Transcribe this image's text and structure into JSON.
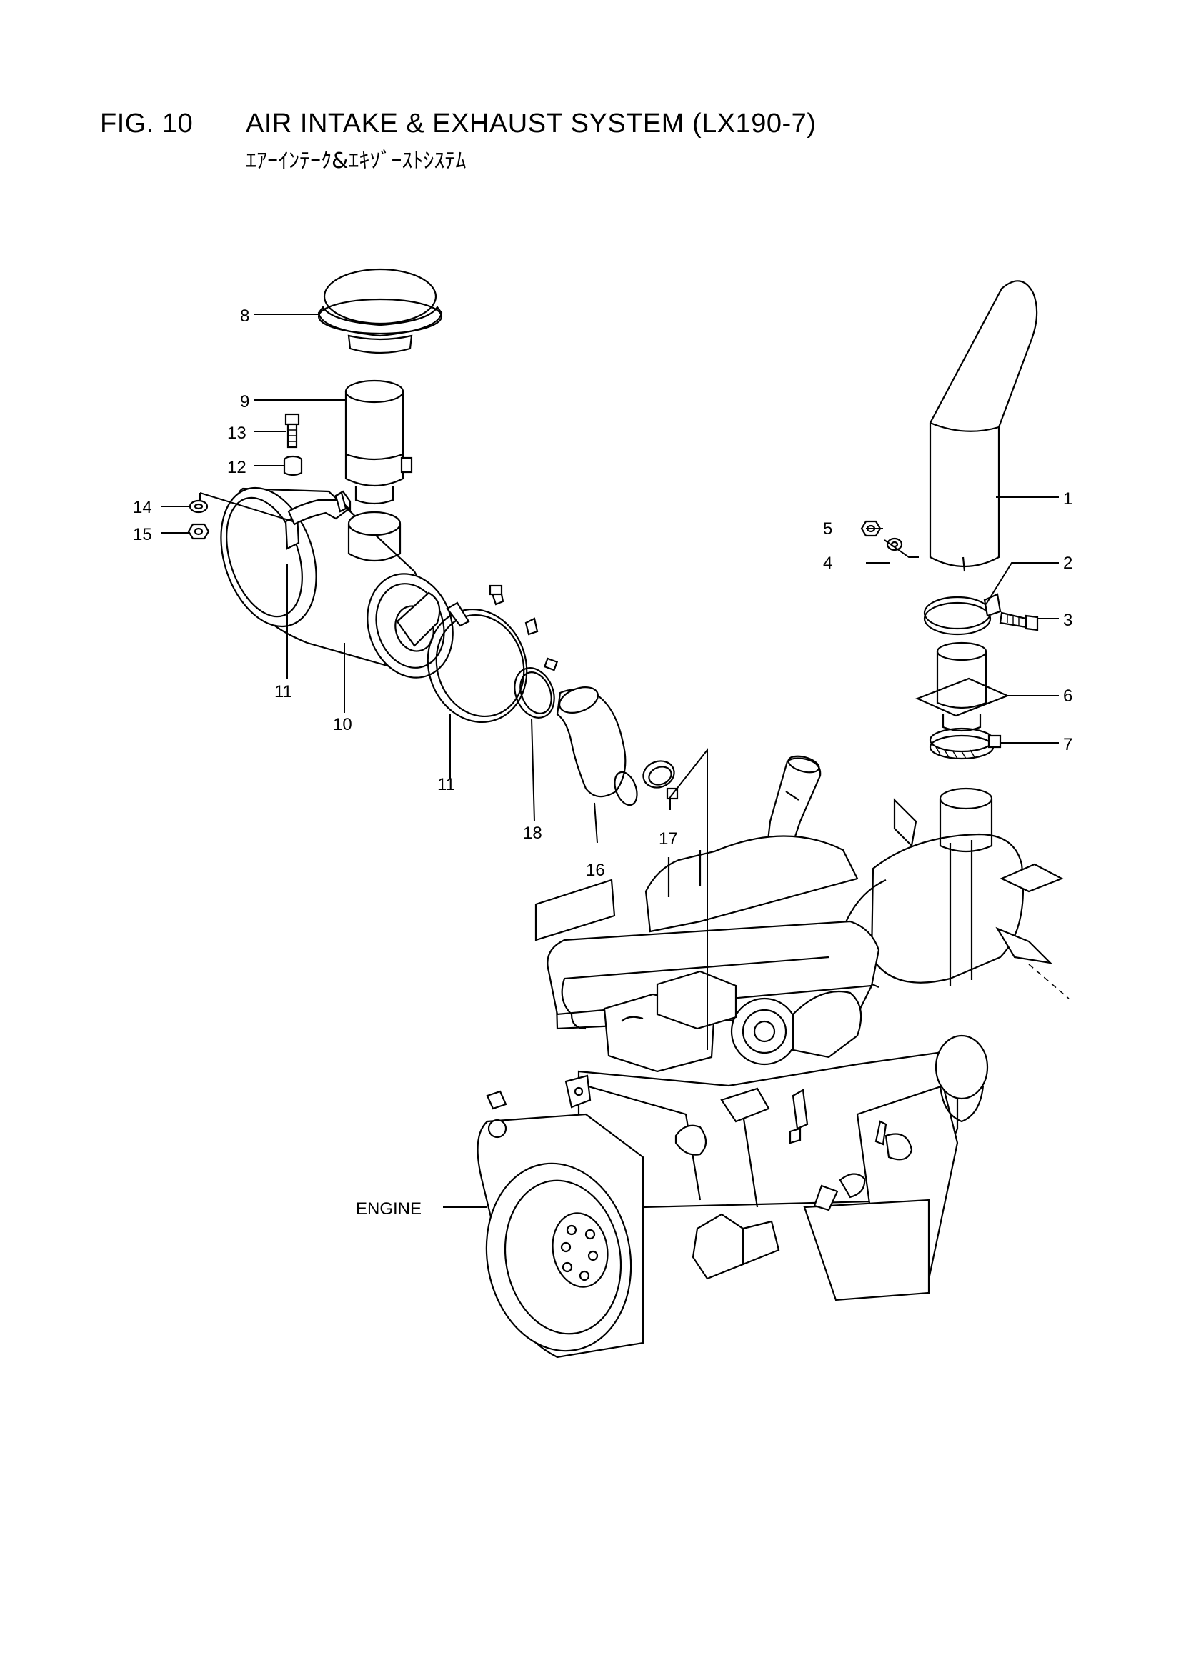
{
  "figure": {
    "number": "FIG. 10",
    "title": "AIR INTAKE & EXHAUST SYSTEM (LX190-7)",
    "subtitle": "ｴｱｰｲﾝﾃｰｸ&ｴｷｿﾞｰｽﾄｼｽﾃﾑ"
  },
  "callouts": [
    {
      "id": "c1",
      "text": "1"
    },
    {
      "id": "c2",
      "text": "2"
    },
    {
      "id": "c3",
      "text": "3"
    },
    {
      "id": "c4",
      "text": "4"
    },
    {
      "id": "c5",
      "text": "5"
    },
    {
      "id": "c6",
      "text": "6"
    },
    {
      "id": "c7",
      "text": "7"
    },
    {
      "id": "c8",
      "text": "8"
    },
    {
      "id": "c9",
      "text": "9"
    },
    {
      "id": "c10",
      "text": "10"
    },
    {
      "id": "c11a",
      "text": "11"
    },
    {
      "id": "c11b",
      "text": "11"
    },
    {
      "id": "c12",
      "text": "12"
    },
    {
      "id": "c13",
      "text": "13"
    },
    {
      "id": "c14",
      "text": "14"
    },
    {
      "id": "c15",
      "text": "15"
    },
    {
      "id": "c16",
      "text": "16"
    },
    {
      "id": "c17",
      "text": "17"
    },
    {
      "id": "c18",
      "text": "18"
    },
    {
      "id": "engine",
      "text": "ENGINE"
    }
  ]
}
